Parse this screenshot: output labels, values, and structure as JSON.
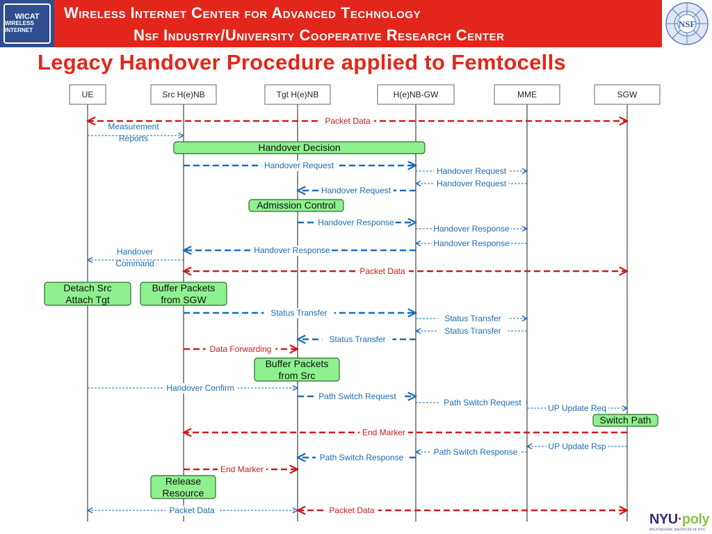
{
  "header": {
    "line1": "Wireless Internet Center for Advanced Technology",
    "line2": "Nsf Industry/University Cooperative Research Center",
    "logo_left_text": "WICAT",
    "logo_left_sub": "WIRELESS INTERNET",
    "logo_right_text": "NSF"
  },
  "title": "Legacy Handover Procedure applied to Femtocells",
  "footer": {
    "logo_nyu": "NYU",
    "logo_poly": "poly",
    "logo_sub": "POLYTECHNIC INSTITUTE OF NYU"
  },
  "colors": {
    "red": "#cc1b1b",
    "blue": "#1a6cb5",
    "box_fill": "#8ef08e",
    "header_red": "#e3261b"
  },
  "diagram": {
    "entities": [
      "UE",
      "Src H(e)NB",
      "Tgt H(e)NB",
      "H(e)NB-GW",
      "MME",
      "SGW"
    ],
    "boxes": [
      {
        "id": "handover-decision",
        "label": "Handover Decision"
      },
      {
        "id": "admission-control",
        "label": "Admission Control"
      },
      {
        "id": "detach-src-attach-tgt",
        "label": "Detach Src\nAttach Tgt"
      },
      {
        "id": "buffer-packets-from-sgw",
        "label": "Buffer Packets\nfrom SGW"
      },
      {
        "id": "buffer-packets-from-src",
        "label": "Buffer Packets\nfrom Src"
      },
      {
        "id": "switch-path",
        "label": "Switch Path"
      },
      {
        "id": "release-resource",
        "label": "Release\nResource"
      }
    ],
    "messages": [
      {
        "label": "Packet Data",
        "from": "UE",
        "to": "SGW",
        "style": "red",
        "bidirectional": true
      },
      {
        "label": "Measurement\nReports",
        "from": "UE",
        "to": "Src H(e)NB",
        "style": "thin"
      },
      {
        "label": "Handover Request",
        "from": "Src H(e)NB",
        "to": "H(e)NB-GW",
        "style": "blue"
      },
      {
        "label": "Handover Request",
        "from": "H(e)NB-GW",
        "to": "MME",
        "style": "thin"
      },
      {
        "label": "Handover Request",
        "from": "MME",
        "to": "H(e)NB-GW",
        "style": "thin"
      },
      {
        "label": "Handover Request",
        "from": "H(e)NB-GW",
        "to": "Tgt H(e)NB",
        "style": "blue"
      },
      {
        "label": "Handover Response",
        "from": "Tgt H(e)NB",
        "to": "H(e)NB-GW",
        "style": "blue"
      },
      {
        "label": "Handover Response",
        "from": "H(e)NB-GW",
        "to": "MME",
        "style": "thin"
      },
      {
        "label": "Handover Response",
        "from": "MME",
        "to": "H(e)NB-GW",
        "style": "thin"
      },
      {
        "label": "Handover Response",
        "from": "H(e)NB-GW",
        "to": "Src H(e)NB",
        "style": "blue"
      },
      {
        "label": "Handover\nCommand",
        "from": "Src H(e)NB",
        "to": "UE",
        "style": "thin"
      },
      {
        "label": "Packet Data",
        "from": "Src H(e)NB",
        "to": "SGW",
        "style": "red",
        "bidirectional": true
      },
      {
        "label": "Status Transfer",
        "from": "Src H(e)NB",
        "to": "H(e)NB-GW",
        "style": "blue"
      },
      {
        "label": "Status Transfer",
        "from": "H(e)NB-GW",
        "to": "MME",
        "style": "thin"
      },
      {
        "label": "Status Transfer",
        "from": "MME",
        "to": "H(e)NB-GW",
        "style": "thin"
      },
      {
        "label": "Status Transfer",
        "from": "H(e)NB-GW",
        "to": "Tgt H(e)NB",
        "style": "blue"
      },
      {
        "label": "Data Forwarding",
        "from": "Src H(e)NB",
        "to": "Tgt H(e)NB",
        "style": "red"
      },
      {
        "label": "Handover Confirm",
        "from": "UE",
        "to": "Tgt H(e)NB",
        "style": "thin"
      },
      {
        "label": "Path Switch Request",
        "from": "Tgt H(e)NB",
        "to": "H(e)NB-GW",
        "style": "blue"
      },
      {
        "label": "Path Switch Request",
        "from": "H(e)NB-GW",
        "to": "MME",
        "style": "thin"
      },
      {
        "label": "UP Update Req",
        "from": "MME",
        "to": "SGW",
        "style": "thin"
      },
      {
        "label": "End Marker",
        "from": "SGW",
        "to": "Src H(e)NB",
        "style": "red"
      },
      {
        "label": "UP Update Rsp",
        "from": "SGW",
        "to": "MME",
        "style": "thin"
      },
      {
        "label": "Path Switch Response",
        "from": "MME",
        "to": "H(e)NB-GW",
        "style": "thin"
      },
      {
        "label": "Path Switch Response",
        "from": "H(e)NB-GW",
        "to": "Tgt H(e)NB",
        "style": "blue"
      },
      {
        "label": "End Marker",
        "from": "Src H(e)NB",
        "to": "Tgt H(e)NB",
        "style": "red"
      },
      {
        "label": "Packet Data",
        "from": "UE",
        "to": "Tgt H(e)NB",
        "style": "thin",
        "bidirectional": true
      },
      {
        "label": "Packet Data",
        "from": "Tgt H(e)NB",
        "to": "SGW",
        "style": "red",
        "bidirectional": true
      }
    ]
  }
}
